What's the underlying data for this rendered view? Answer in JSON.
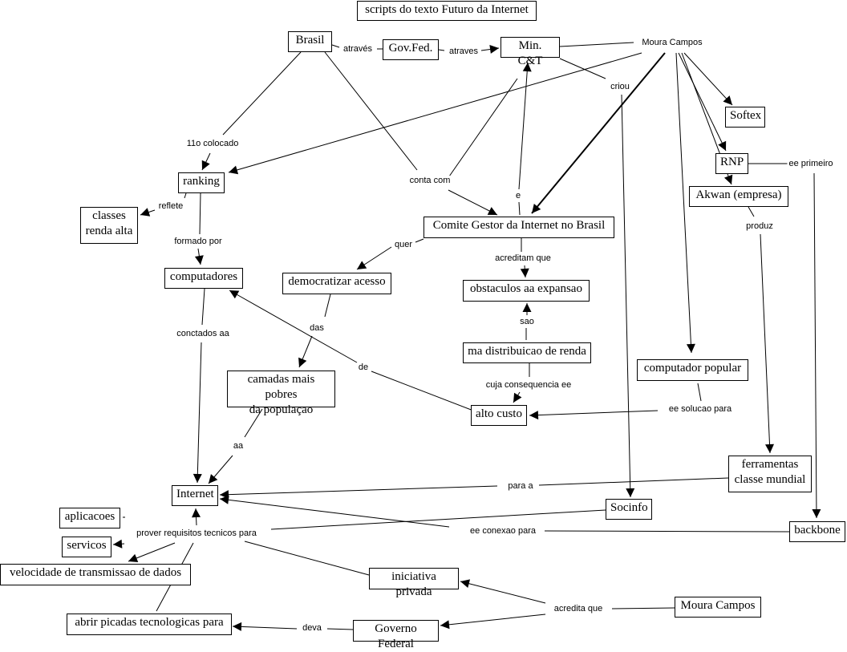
{
  "title": "scripts do texto Futuro da Internet",
  "concepts": {
    "brasil": "Brasil",
    "govfed": "Gov.Fed.",
    "minct": "Min. C&T",
    "softex": "Softex",
    "rnp": "RNP",
    "akwan": "Akwan (empresa)",
    "ranking": "ranking",
    "classes": "classes\nrenda alta",
    "computadores": "computadores",
    "comite": "Comite Gestor da Internet no Brasil",
    "democratizar": "democratizar acesso",
    "obstaculos": "obstaculos aa expansao",
    "madist": "ma distribuicao de renda",
    "camadas": "camadas mais pobres\nda populaçao",
    "altocusto": "alto custo",
    "comppopular": "computador popular",
    "ferramentas": "ferramentas\nclasse mundial",
    "internet": "Internet",
    "socinfo": "Socinfo",
    "backbone": "backbone",
    "aplicacoes": "aplicacoes",
    "servicos": "servicos",
    "velocidade": "velocidade de transmissao de dados",
    "iniciativa": "iniciativa privada",
    "mouracampos2": "Moura Campos",
    "abrir": "abrir picadas tecnologicas para",
    "governofederal": "Governo Federal"
  },
  "links": {
    "atraves1": "através",
    "atraves2": "atraves",
    "mouracampos": "Moura Campos",
    "criou": "criou",
    "colocado": "11o colocado",
    "contacom": "conta com",
    "e": "e",
    "eeprimeiro": "ee primeiro",
    "produz": "produz",
    "reflete": "reflete",
    "formadopor": "formado por",
    "quer": "quer",
    "acreditamque": "acreditam que",
    "sao": "sao",
    "das": "das",
    "de": "de",
    "cujaconseq": "cuja consequencia ee",
    "eesolucao": "ee solucao para",
    "conctados": "conctados aa",
    "aa": "aa",
    "paraa": "para a",
    "eeconexao": "ee conexao para",
    "prover": "prover requisitos tecnicos para",
    "acreditaque": "acredita que",
    "deva": "deva"
  }
}
